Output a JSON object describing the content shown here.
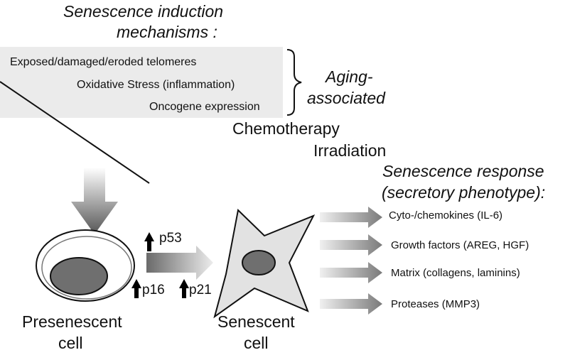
{
  "induction": {
    "title_line1": "Senescence induction",
    "title_line2": "mechanisms :",
    "mechanisms": [
      "Exposed/damaged/eroded telomeres",
      "Oxidative Stress (inflammation)",
      "Oncogene expression"
    ],
    "aging_line1": "Aging-",
    "aging_line2": "associated",
    "chemotherapy": "Chemotherapy",
    "irradiation": "Irradiation"
  },
  "response": {
    "title_line1": "Senescence response",
    "title_line2": "(secretory phenotype):",
    "items": [
      "Cyto-/chemokines (IL-6)",
      "Growth factors (AREG, HGF)",
      "Matrix (collagens, laminins)",
      "Proteases (MMP3)"
    ]
  },
  "markers": {
    "p53": "p53",
    "p16": "p16",
    "p21": "p21"
  },
  "cells": {
    "presenescent_line1": "Presenescent",
    "presenescent_line2": "cell",
    "senescent_line1": "Senescent",
    "senescent_line2": "cell"
  },
  "colors": {
    "box_fill": "#ebebeb",
    "nucleus": "#6f6f6f",
    "senescent_body": "#e2e2e2",
    "arrow_dark": "#5a5a5a",
    "arrow_light": "#e6e6e6"
  }
}
